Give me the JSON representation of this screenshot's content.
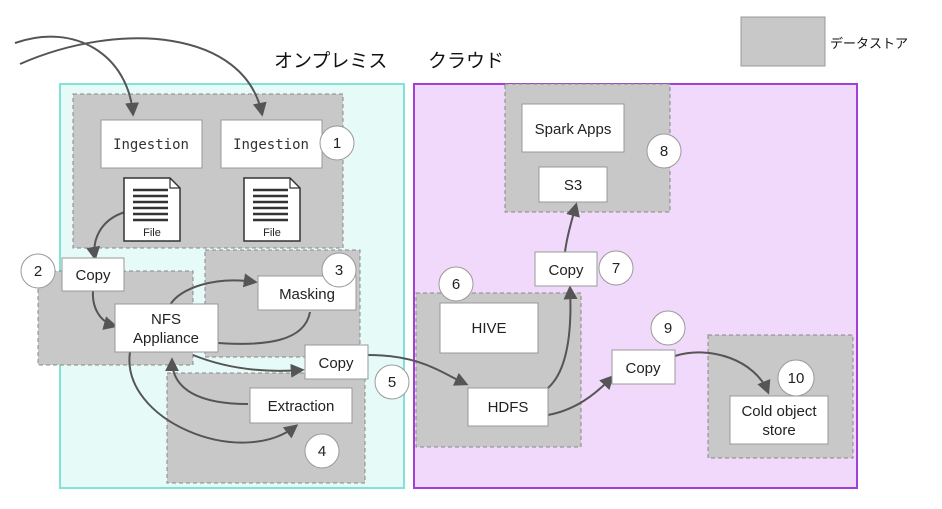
{
  "headings": {
    "onprem": "オンプレミス",
    "cloud": "クラウド"
  },
  "legend": {
    "label": "データストア"
  },
  "nodes": {
    "ingestion_1": "Ingestion",
    "ingestion_2": "Ingestion",
    "file_1": "File",
    "file_2": "File",
    "copy_2": "Copy",
    "nfs_line1": "NFS",
    "nfs_line2": "Appliance",
    "masking": "Masking",
    "copy_5": "Copy",
    "extraction": "Extraction",
    "hive": "HIVE",
    "hdfs": "HDFS",
    "copy_7": "Copy",
    "spark_apps": "Spark Apps",
    "s3": "S3",
    "copy_9": "Copy",
    "cold_line1": "Cold object",
    "cold_line2": "store"
  },
  "step_numbers": [
    "1",
    "2",
    "3",
    "4",
    "5",
    "6",
    "7",
    "8",
    "9",
    "10"
  ],
  "colors": {
    "onprem_region": "#e6fbf8",
    "onprem_border": "#7fe3da",
    "cloud_region": "#f1d9fb",
    "cloud_border": "#a23fd6",
    "datastore_fill": "#c8c8c8",
    "arrow": "#555555"
  }
}
